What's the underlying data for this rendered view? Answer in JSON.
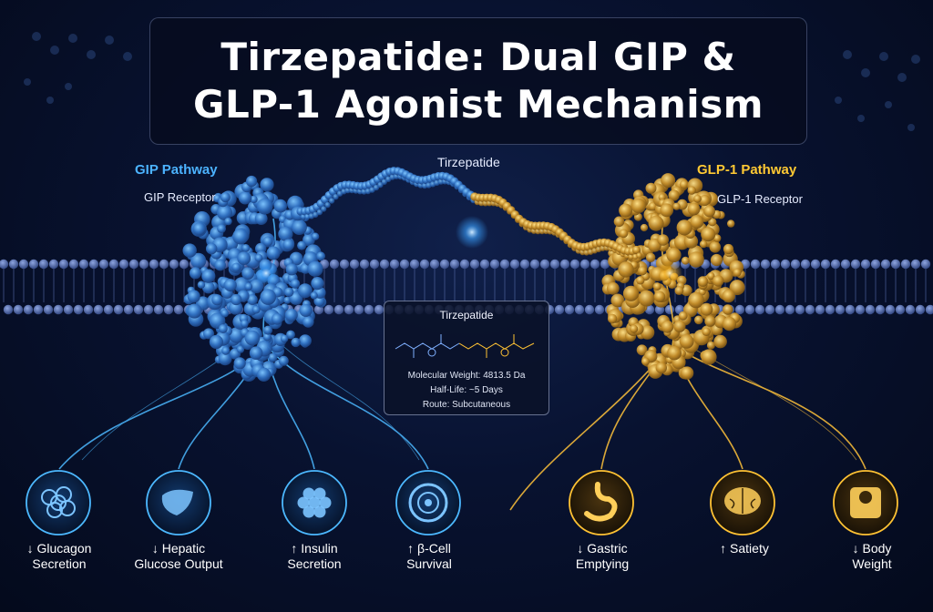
{
  "title": {
    "line1": "Tirzepatide: Dual GIP &",
    "line2": "GLP-1 Agonist Mechanism"
  },
  "gip": {
    "pathway_label": "GIP Pathway",
    "receptor_label": "GIP Receptor",
    "color": "#4cb3ff"
  },
  "glp1": {
    "pathway_label": "GLP-1 Pathway",
    "receptor_label": "GLP-1 Receptor",
    "color": "#ffc933"
  },
  "molecule": {
    "label": "Tirzepatide"
  },
  "info_box": {
    "title": "Tirzepatide",
    "molecular_weight": "Molecular Weight: 4813.5 Da",
    "half_life": "Half-Life: ~5 Days",
    "route": "Subcutaneous",
    "route_label": "Route:"
  },
  "effects": [
    {
      "line1": "↓ Glucagon",
      "line2": "Secretion",
      "icon": "cells-icon",
      "pathway": "gip"
    },
    {
      "line1": "↓ Hepatic",
      "line2": "Glucose Output",
      "icon": "liver-icon",
      "pathway": "gip"
    },
    {
      "line1": "↑ Insulin",
      "line2": "Secretion",
      "icon": "insulin-granules-icon",
      "pathway": "gip"
    },
    {
      "line1": "↑ β-Cell",
      "line2": "Survival",
      "icon": "beta-cell-icon",
      "pathway": "gip"
    },
    {
      "line1": "↓ Gastric",
      "line2": "Emptying",
      "icon": "stomach-icon",
      "pathway": "glp1"
    },
    {
      "line1": "↑ Satiety",
      "line2": "",
      "icon": "brain-icon",
      "pathway": "glp1"
    },
    {
      "line1": "↓ Body",
      "line2": "Weight",
      "icon": "scale-icon",
      "pathway": "glp1"
    }
  ]
}
